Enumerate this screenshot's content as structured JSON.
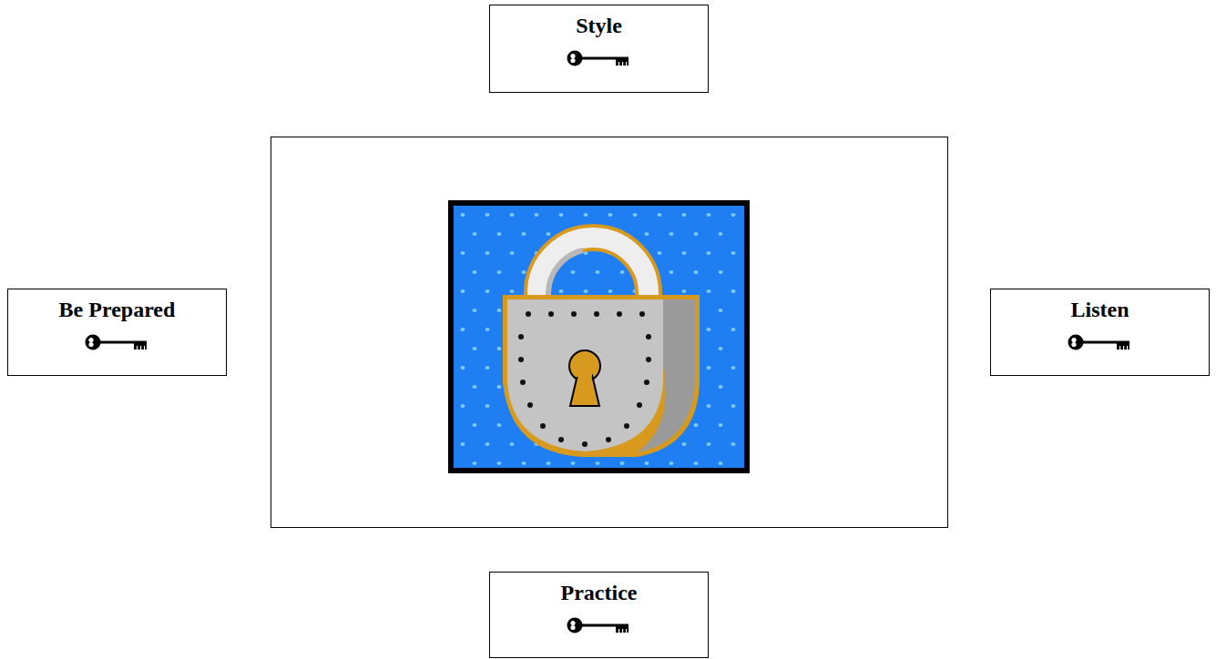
{
  "diagram": {
    "nodes": [
      {
        "text": [
          "Style"
        ]
      },
      {
        "text": [
          "Be Prepared"
        ]
      },
      {
        "text": [
          "Listen"
        ]
      },
      {
        "text": [
          "Practice"
        ]
      }
    ]
  }
}
